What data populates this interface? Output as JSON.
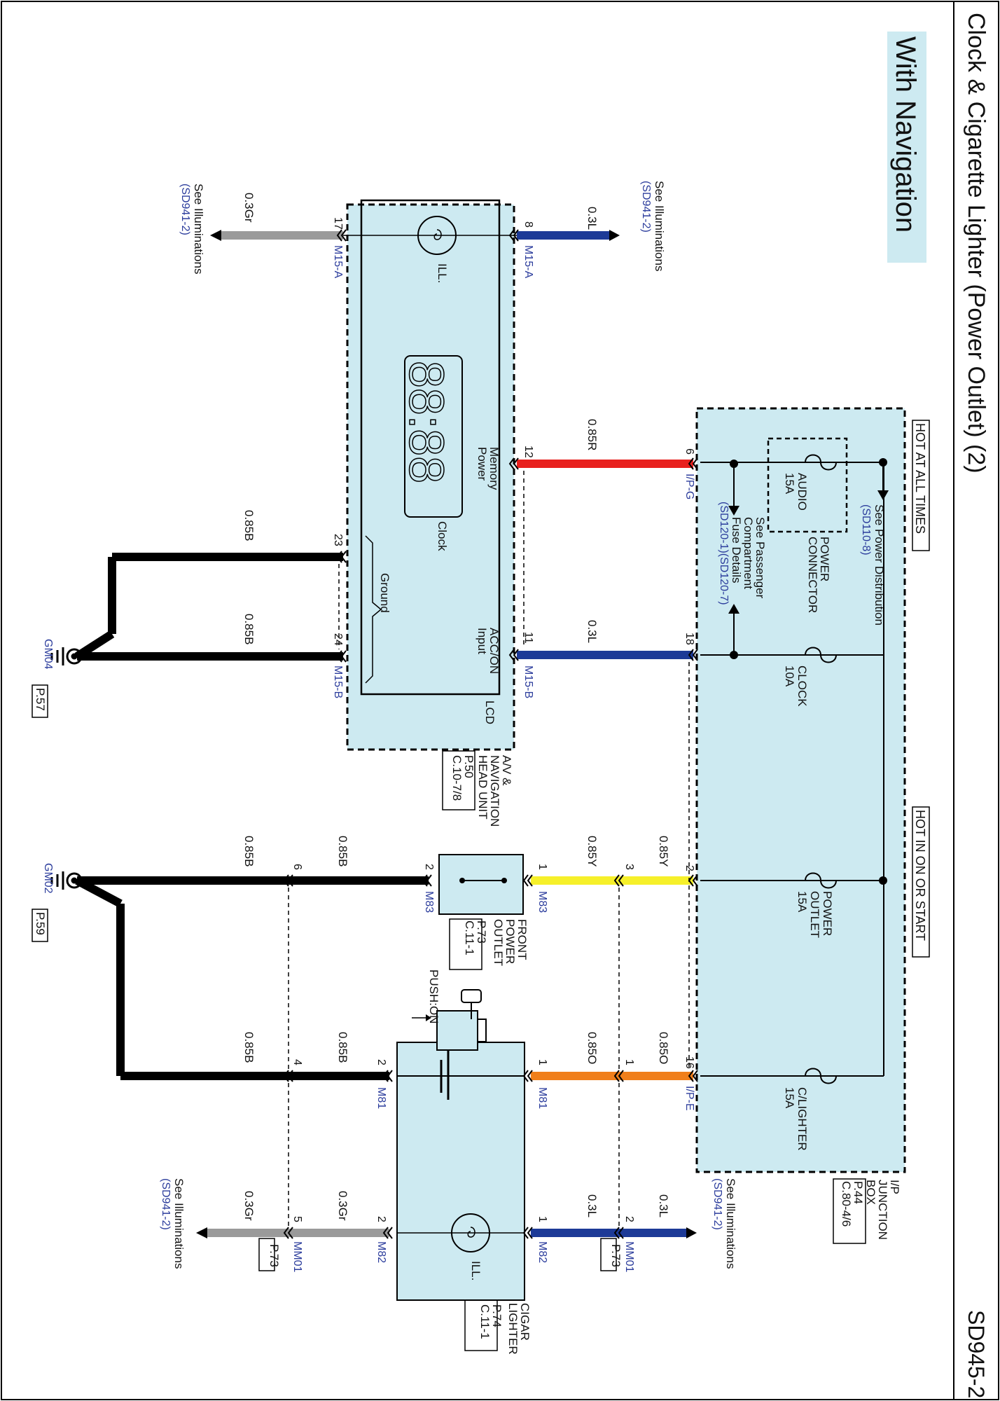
{
  "page": {
    "title": "Clock & Cigarette Lighter (Power Outlet) (2)",
    "sheet_id": "SD945-2",
    "variant_label": "With Navigation"
  },
  "colors": {
    "panel": "#cdeaf1",
    "red": "#e8201e",
    "blue": "#1d3a97",
    "gray": "#9a9a9a",
    "yellow": "#f6f02a",
    "orange": "#f07f1b",
    "black": "#000000",
    "banner": "#cdeaf1"
  },
  "junction_box": {
    "labels": [
      "I/P",
      "JUNCTION",
      "BOX"
    ],
    "refs": [
      "P.44",
      "C.80-4/6"
    ],
    "hot_at_all_times": "HOT AT ALL TIMES",
    "hot_in_on_or_start": "HOT IN ON OR START",
    "power_distribution": [
      "See Power Distribution",
      "(SD110-8)"
    ],
    "passenger_fuse": [
      "See Passenger",
      "Compartment",
      "Fuse Details",
      "(SD120-1)(SD120-7)"
    ],
    "power_connector": [
      "POWER",
      "CONNECTOR"
    ],
    "fuses": {
      "audio": [
        "AUDIO",
        "15A"
      ],
      "clock": [
        "CLOCK",
        "10A"
      ],
      "power_outlet": [
        "POWER",
        "OUTLET",
        "15A"
      ],
      "clighter": [
        "C/LIGHTER",
        "15A"
      ]
    },
    "pins": {
      "memory": "6",
      "acc": "18",
      "outlet": "2",
      "lighter": "16"
    },
    "connectors": {
      "ipg": "I/P-G",
      "ipe": "I/P-E"
    }
  },
  "head_unit": {
    "labels": [
      "A/V &",
      "NAVIGATION",
      "HEAD UNIT"
    ],
    "refs": [
      "P.50",
      "C.10-7/8"
    ],
    "lcd": "LCD",
    "clock": "Clock",
    "ground": "Ground",
    "memory_power": [
      "Memory",
      "Power"
    ],
    "acc_on_input": [
      "ACC/ON",
      "Input"
    ],
    "ill": "ILL.",
    "pins": {
      "ill_in": "8",
      "ill_out": "17",
      "memory": "12",
      "acc": "11",
      "gnd1": "23",
      "gnd2": "24"
    },
    "connectors": {
      "a_top": "M15-A",
      "a_bottom": "M15-A",
      "b_top": "M15-B",
      "b_bottom": "M15-B"
    },
    "clock_display": "88:88"
  },
  "front_outlet": {
    "labels": [
      "FRONT",
      "POWER",
      "OUTLET"
    ],
    "refs": [
      "P.73",
      "C.11-1"
    ],
    "pins": {
      "in": "1",
      "out": "2",
      "mid": "3",
      "gnd": "6"
    },
    "connector": "M83"
  },
  "cigar_lighter": {
    "labels": [
      "CIGAR",
      "LIGHTER"
    ],
    "refs": [
      "P.74",
      "C.11-1"
    ],
    "push_on": "PUSH:ON",
    "ill": "ILL.",
    "pins": {
      "in": "1",
      "out": "2",
      "mid_in": "1",
      "mid_gnd": "4",
      "ill_in": "1",
      "ill_out": "2",
      "mm_in": "2",
      "mm_out": "5"
    },
    "connectors": {
      "m81": "M81",
      "m82": "M82",
      "mm01": "MM01",
      "mm01_page": "P.73"
    }
  },
  "wires": {
    "gr_03": "0.3Gr",
    "l_03": "0.3L",
    "r_085": "0.85R",
    "b_085": "0.85B",
    "y_085": "0.85Y",
    "o_085": "0.85O"
  },
  "illumination_refs": [
    "See Illuminations",
    "(SD941-2)"
  ],
  "grounds": {
    "gm04": "GM04",
    "gm04_page": "P.57",
    "gm02": "GM02",
    "gm02_page": "P.59"
  }
}
